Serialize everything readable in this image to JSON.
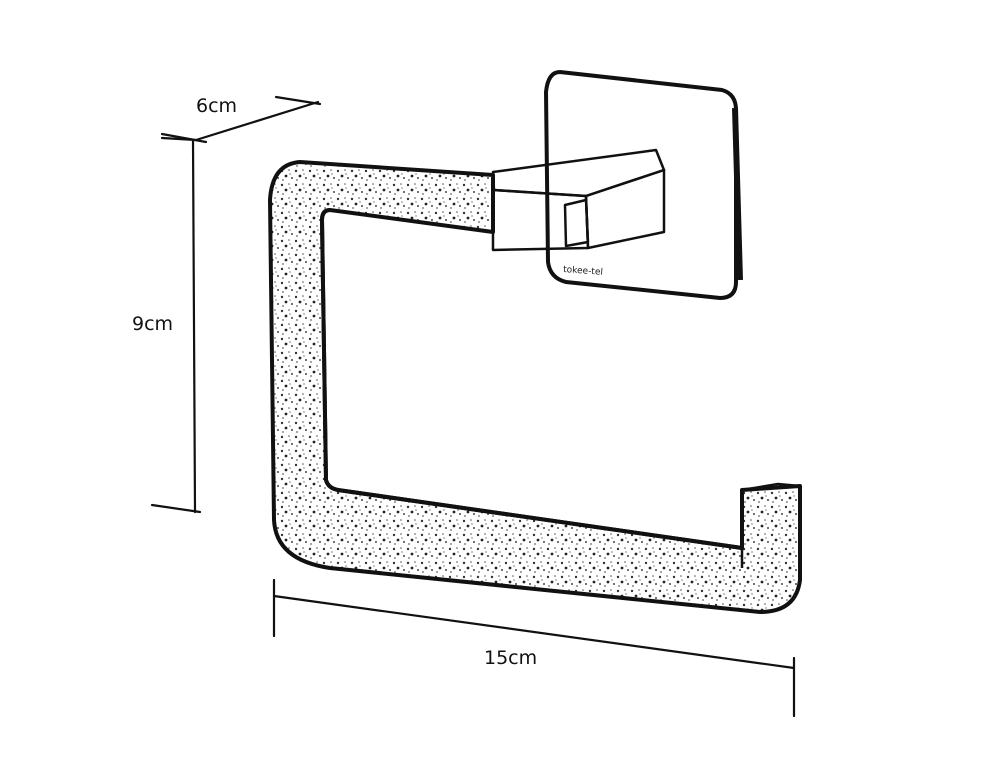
{
  "dimensions": {
    "depth": "6cm",
    "height": "9cm",
    "width": "15cm"
  },
  "mount": {
    "brand_mark": "tokee-tel"
  },
  "colors": {
    "ink": "#111111",
    "background": "#ffffff"
  }
}
